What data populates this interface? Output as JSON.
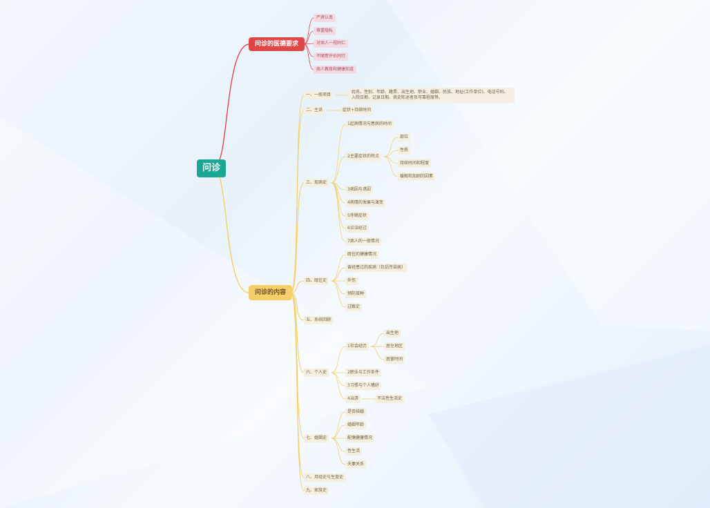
{
  "root": "问诊",
  "ethics": {
    "title": "问诊的医德要求",
    "items": [
      "严肃认真",
      "尊重隐私",
      "对病人一视同仁",
      "不随意评价同行",
      "病人教育和健康知道"
    ]
  },
  "content": {
    "title": "问诊的内容",
    "general": {
      "label": "一、一般项目",
      "detail": "姓名、性别、年龄、籍贯、出生地、职业、婚姻、民族、地址(工作单位)、电话号码、入院日期、记录日期、病史陈述者及可靠程度等。"
    },
    "chief": {
      "label": "二、主诉",
      "detail": "症状+持续时间"
    },
    "present": {
      "label": "三、现病史",
      "onset": "1起病情况与患病的时间",
      "main_symptom": "2主要症状的特点",
      "symptom_traits": [
        "部位",
        "性质",
        "持续时间和程度",
        "缓解和加剧的因素"
      ],
      "others": [
        "3病因与诱因",
        "4病情的发展与演变",
        "5伴随症状",
        "6诊治经过",
        "7病人的一般情况"
      ]
    },
    "past": {
      "label": "四、既往史",
      "items": [
        "既往的健康情况",
        "曾经患过的疾病（包括传染病）",
        "外伤",
        "预防接种",
        "过敏史"
      ]
    },
    "systems": {
      "label": "五、系统回顾"
    },
    "personal": {
      "label": "六、个人史",
      "social": "1社会经历",
      "social_items": [
        "出生地",
        "居住地区",
        "居留时间"
      ],
      "job": "2职业与工作条件",
      "habits": "3习惯与个人嗜好",
      "sex": "4冶游",
      "sex_detail": "不洁性生活史"
    },
    "marital": {
      "label": "七、婚姻史",
      "items": [
        "是否结婚",
        "婚姻年龄",
        "配偶健康情况",
        "性生活",
        "夫妻关系"
      ]
    },
    "menstrual": {
      "label": "八、月经史与生育史"
    },
    "family": {
      "label": "九、家族史"
    }
  },
  "colors": {
    "root": "#1aa895",
    "ethics": "#e04646",
    "content": "#f7cf6a",
    "ethics_line": "#d9484a",
    "content_line": "#f4cd62"
  }
}
